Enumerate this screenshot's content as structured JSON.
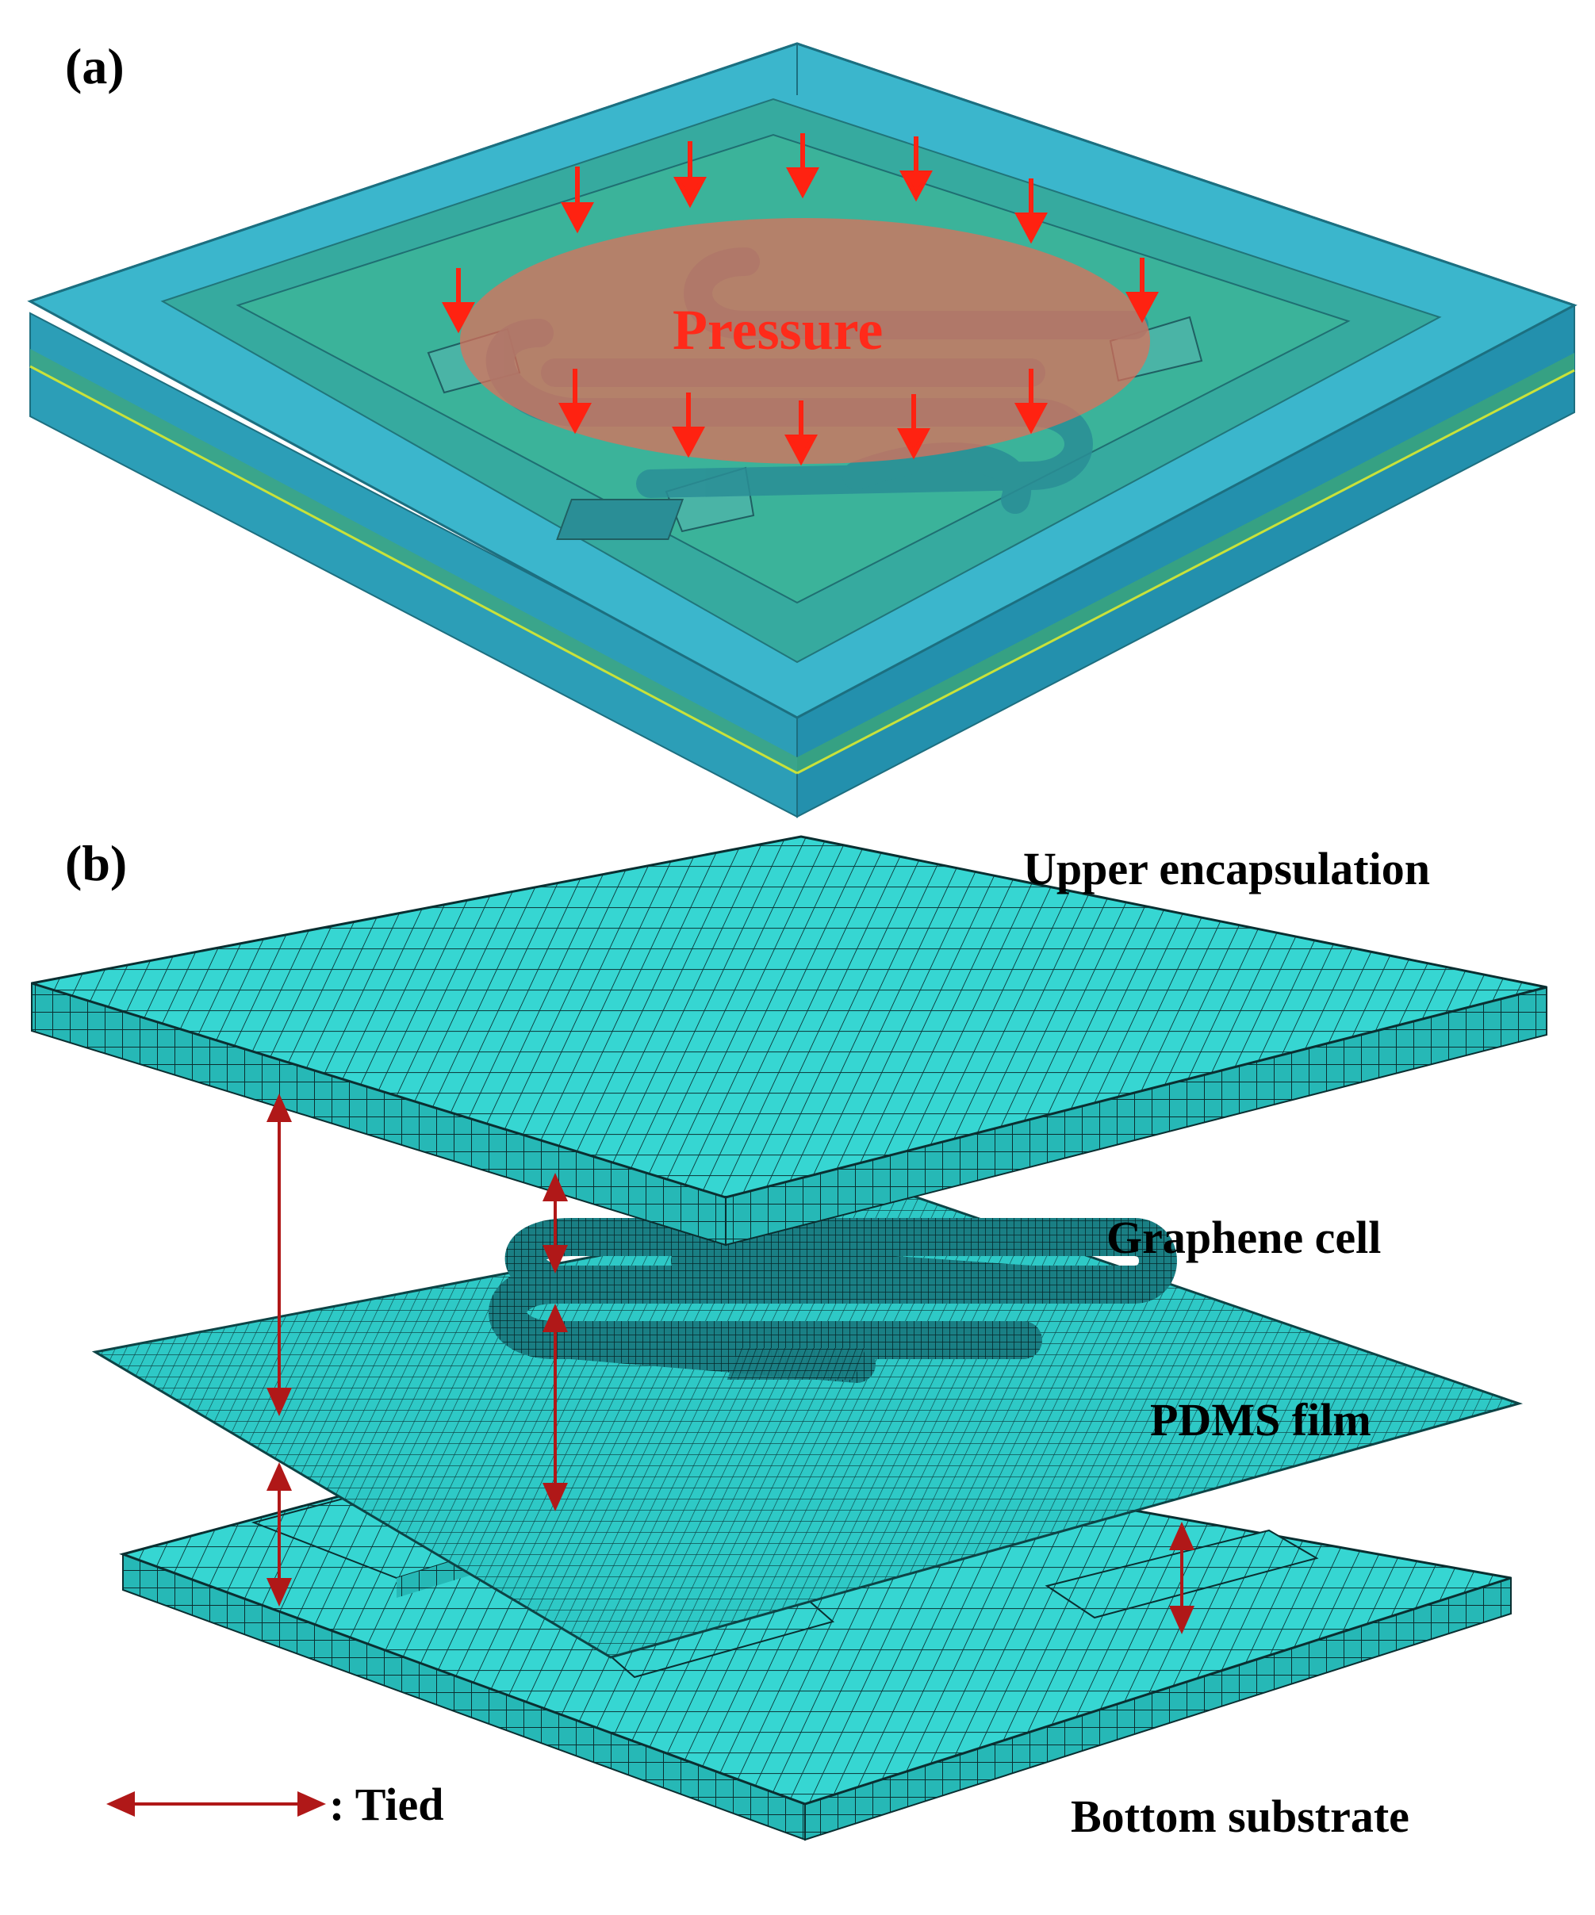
{
  "panel_a": {
    "label": "(a)",
    "load_label": "Pressure"
  },
  "panel_b": {
    "label": "(b)",
    "layers": {
      "upper": "Upper encapsulation",
      "graphene": "Graphene cell",
      "pdms": "PDMS film",
      "bottom": "Bottom substrate"
    },
    "legend_text": ": Tied"
  },
  "colors": {
    "encapsulation": "#29a9c8",
    "pdms_green": "#3fb38f",
    "mesh": "#2fd6d4",
    "pressure_fill": "#e8705a",
    "arrow_red": "#ff2211",
    "tie_red": "#b01818"
  }
}
